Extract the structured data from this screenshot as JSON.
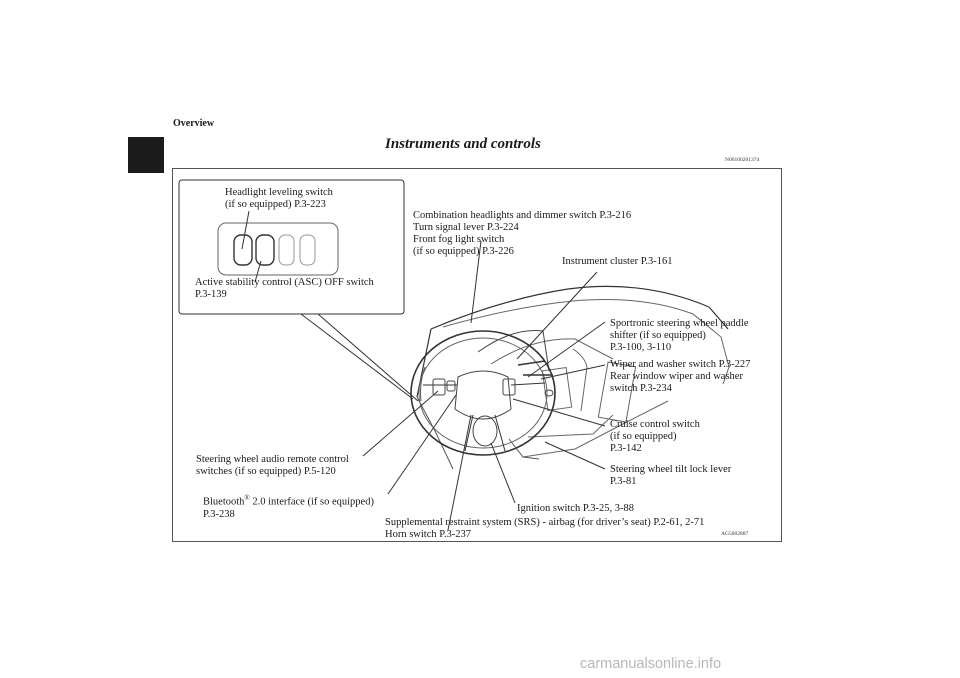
{
  "header": {
    "section": "Overview",
    "title": "Instruments and controls",
    "doc_code": "N00100201374"
  },
  "figure": {
    "code": "AG5002887",
    "inset": {
      "top_label": [
        "Headlight leveling switch",
        "(if so equipped) P.3-223"
      ],
      "bottom_label": [
        "Active stability control (ASC) OFF switch",
        "P.3-139"
      ]
    },
    "labels": {
      "combination": [
        "Combination headlights and dimmer switch P.3-216",
        "Turn signal lever P.3-224",
        "Front fog light switch",
        "(if so equipped) P.3-226"
      ],
      "instrument": "Instrument cluster P.3-161",
      "paddle": [
        "Sportronic steering wheel paddle",
        "shifter (if so equipped)",
        "P.3-100, 3-110"
      ],
      "wiper": [
        "Wiper and washer switch P.3-227",
        "Rear window wiper and washer",
        "switch P.3-234"
      ],
      "cruise": [
        "Cruise control switch",
        "(if so equipped)",
        "P.3-142"
      ],
      "tilt": [
        "Steering wheel tilt lock lever",
        "P.3-81"
      ],
      "audio": [
        "Steering wheel audio remote control",
        "switches (if so equipped) P.5-120"
      ],
      "bluetooth": {
        "word": "Bluetooth",
        "sup": "®",
        "rest": " 2.0 interface (if so equipped)",
        "line2": "P.3-238"
      },
      "ignition": "Ignition switch P.3-25, 3-88",
      "srs": [
        "Supplemental restraint system (SRS) - airbag (for driver’s seat) P.2-61, 2-71",
        "Horn switch P.3-237"
      ]
    }
  },
  "watermark": "carmanualsonline.info"
}
